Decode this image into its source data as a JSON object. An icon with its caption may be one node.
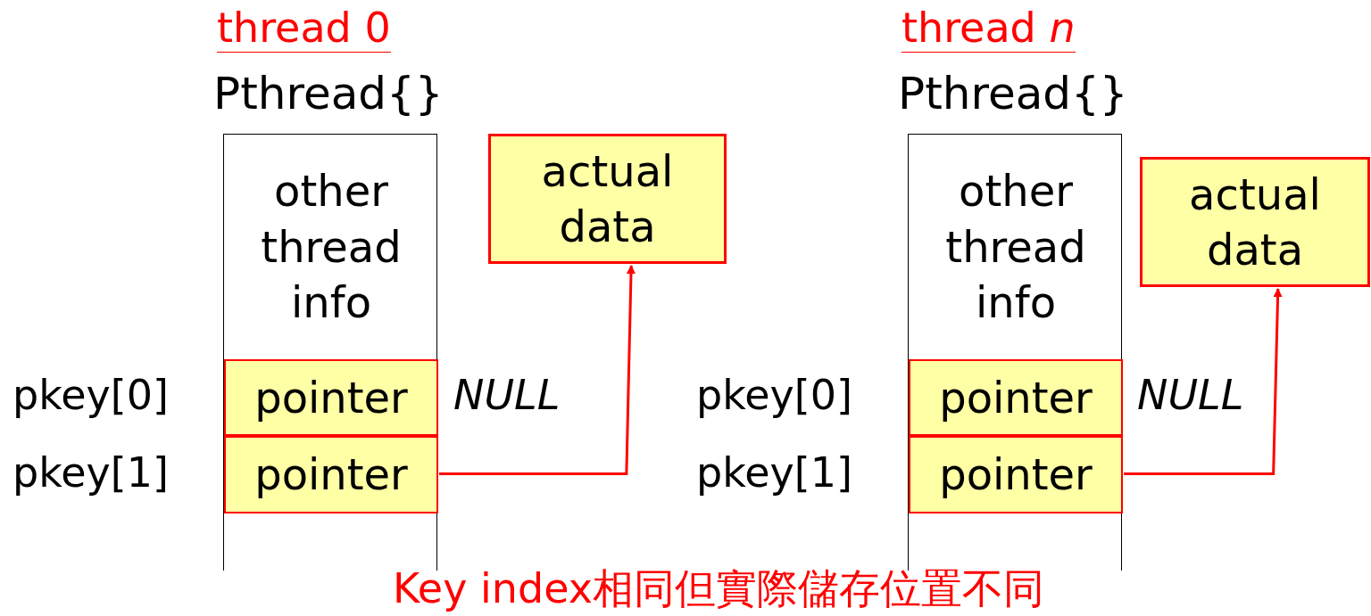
{
  "diagram": {
    "caption": "Key index相同但實際儲存位置不同",
    "nodes": [
      {
        "text": [
          "thread 0",
          "Pthread{}"
        ]
      },
      {
        "text": [
          "other thread info"
        ],
        "in": 0
      },
      {
        "text": [
          "pointer"
        ],
        "in": 0,
        "beside": [
          "pkey[0]",
          "NULL"
        ]
      },
      {
        "text": [
          "pointer"
        ],
        "in": 0,
        "beside": [
          "pkey[1]"
        ]
      },
      {
        "text": [
          "actual data"
        ]
      },
      {
        "text": [
          "thread *n*",
          "Pthread{}"
        ]
      },
      {
        "text": [
          "other thread info"
        ],
        "in": 5
      },
      {
        "text": [
          "pointer"
        ],
        "in": 5,
        "beside": [
          "pkey[0]",
          "NULL"
        ]
      },
      {
        "text": [
          "pointer"
        ],
        "in": 5,
        "beside": [
          "pkey[1]"
        ]
      },
      {
        "text": [
          "actual data"
        ]
      }
    ],
    "edges": [
      {
        "from": 3,
        "to": 4,
        "arrow": "to"
      },
      {
        "from": 8,
        "to": 9,
        "arrow": "to"
      }
    ]
  }
}
